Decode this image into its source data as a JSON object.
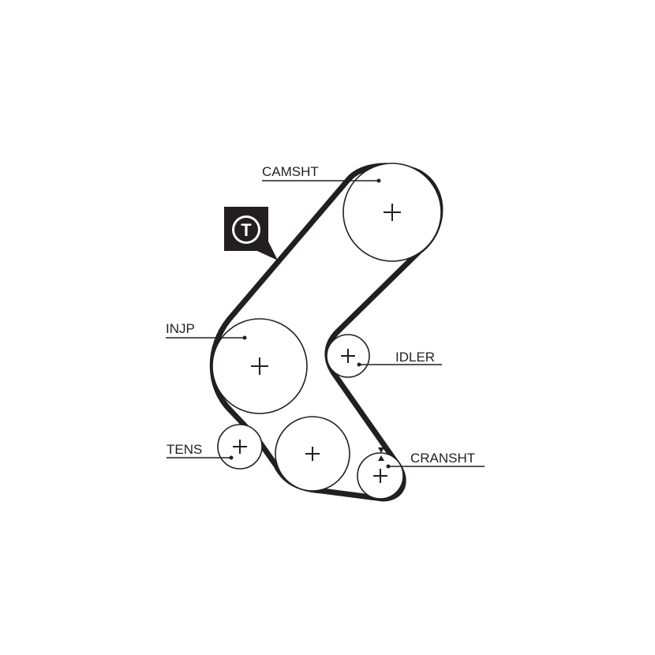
{
  "labels": {
    "camshaft": "CAMSHT",
    "injection_pump": "INJP",
    "idler": "IDLER",
    "tensioner": "TENS",
    "crankshaft": "CRANSHT"
  },
  "badge": {
    "letter": "T",
    "icon": "timing-belt-badge-icon"
  },
  "colors": {
    "ink": "#231f20",
    "background": "#ffffff"
  }
}
